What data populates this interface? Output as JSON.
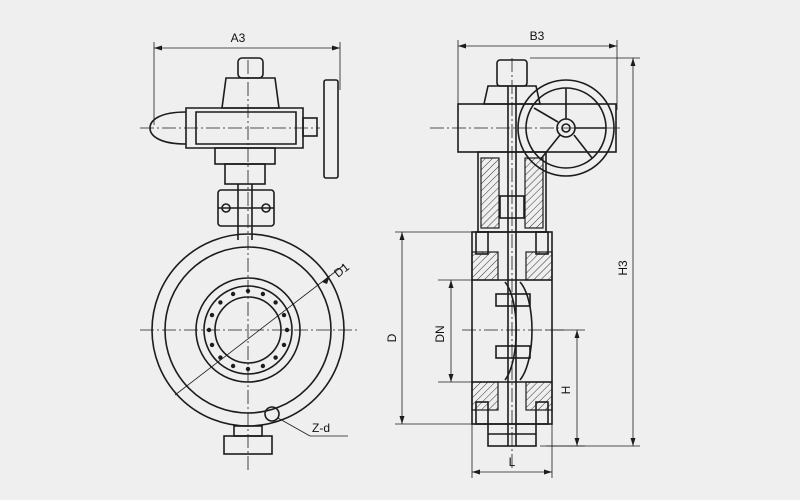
{
  "diagram": {
    "dimension_labels": {
      "a3": "A3",
      "b3": "B3",
      "d1": "D1",
      "z_d": "Z-d",
      "d": "D",
      "dn": "DN",
      "h": "H",
      "h3": "H3",
      "l": "L"
    },
    "colors": {
      "background": "#efefef",
      "line": "#1c1c1c"
    }
  }
}
